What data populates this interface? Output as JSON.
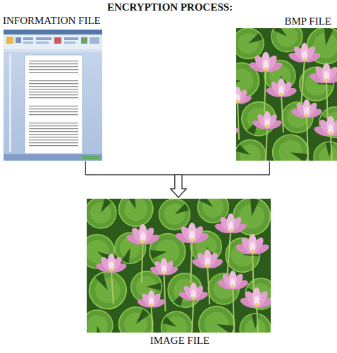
{
  "diagram": {
    "title": "ENCRYPTION PROCESS:",
    "nodes": [
      {
        "text": [
          "INFORMATION FILE"
        ]
      },
      {
        "text": [
          "BMP FILE"
        ]
      },
      {
        "text": [
          "IMAGE FILE"
        ]
      }
    ],
    "edges": [
      {
        "from": 0,
        "to": 2,
        "arrow": "to"
      },
      {
        "from": 1,
        "to": 2,
        "arrow": "to"
      }
    ]
  }
}
